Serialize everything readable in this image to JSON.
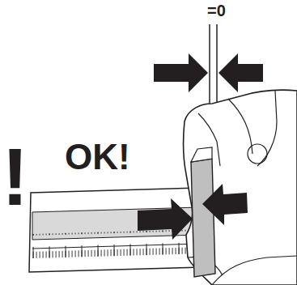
{
  "diagram": {
    "labels": [
      "=0",
      "OK!",
      "!"
    ]
  }
}
